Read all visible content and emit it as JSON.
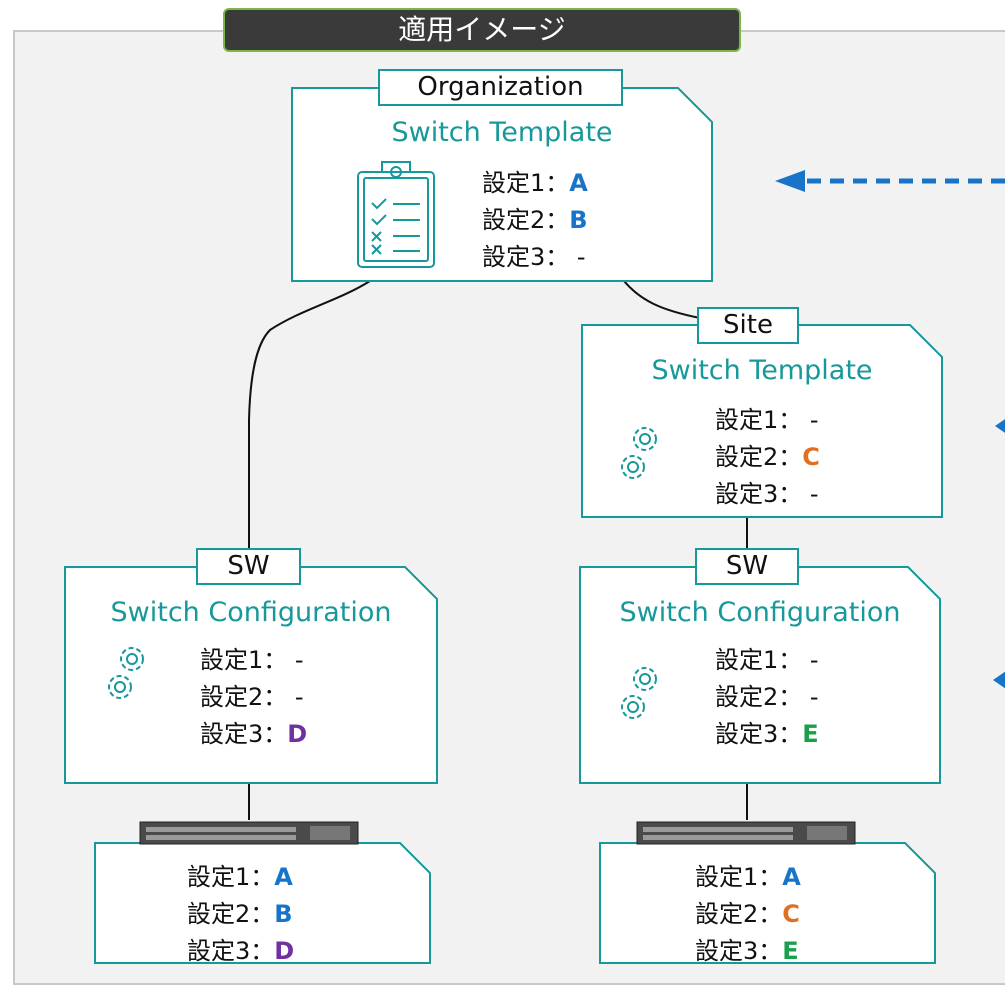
{
  "header": {
    "title": "適用イメージ"
  },
  "org_card": {
    "tag": "Organization",
    "title": "Switch Template",
    "rows": [
      {
        "label": "設定1：",
        "value": "A"
      },
      {
        "label": "設定2：",
        "value": "B"
      },
      {
        "label": "設定3：",
        "value": "-"
      }
    ]
  },
  "site_card": {
    "tag": "Site",
    "title": "Switch Template",
    "rows": [
      {
        "label": "設定1：",
        "value": "-"
      },
      {
        "label": "設定2：",
        "value": "C"
      },
      {
        "label": "設定3：",
        "value": "-"
      }
    ]
  },
  "sw_left_card": {
    "tag": "SW",
    "title": "Switch Configuration",
    "rows": [
      {
        "label": "設定1：",
        "value": "-"
      },
      {
        "label": "設定2：",
        "value": "-"
      },
      {
        "label": "設定3：",
        "value": "D"
      }
    ]
  },
  "sw_right_card": {
    "tag": "SW",
    "title": "Switch Configuration",
    "rows": [
      {
        "label": "設定1：",
        "value": "-"
      },
      {
        "label": "設定2：",
        "value": "-"
      },
      {
        "label": "設定3：",
        "value": "E"
      }
    ]
  },
  "result_left": {
    "rows": [
      {
        "label": "設定1：",
        "value": "A"
      },
      {
        "label": "設定2：",
        "value": "B"
      },
      {
        "label": "設定3：",
        "value": "D"
      }
    ]
  },
  "result_right": {
    "rows": [
      {
        "label": "設定1：",
        "value": "A"
      },
      {
        "label": "設定2：",
        "value": "C"
      },
      {
        "label": "設定3：",
        "value": "E"
      }
    ]
  },
  "colors": {
    "accent": "#17989a",
    "value_a_b": "#1874c8",
    "value_c": "#e07020",
    "value_d": "#7030a0",
    "value_e": "#1aa04a",
    "arrow": "#1874c8"
  },
  "icons": {
    "org": "clipboard-checklist-icon",
    "config": "gears-icon",
    "device": "network-switch-image"
  }
}
